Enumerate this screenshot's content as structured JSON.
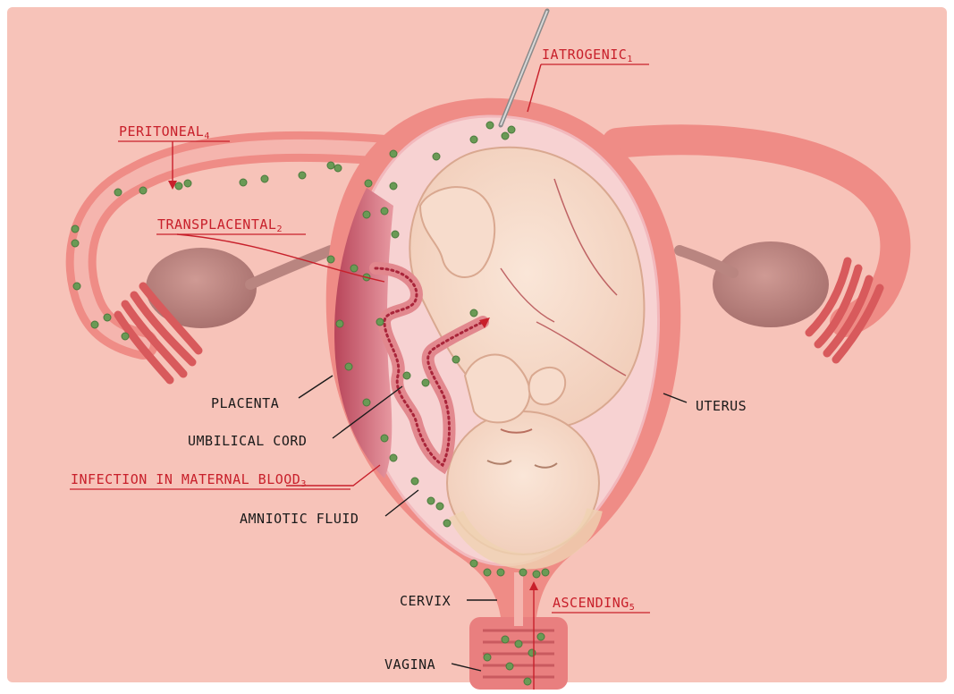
{
  "labels": {
    "iatrogenic": {
      "text": "IATROGENIC",
      "sub": "1"
    },
    "peritoneal": {
      "text": "PERITONEAL",
      "sub": "4"
    },
    "transplacental": {
      "text": "TRANSPLACENTAL",
      "sub": "2"
    },
    "infection": {
      "text": "INFECTION IN MATERNAL BLOOD",
      "sub": "3"
    },
    "ascending": {
      "text": "ASCENDING",
      "sub": "5"
    },
    "placenta": "PLACENTA",
    "umbilical_cord": "UMBILICAL CORD",
    "amniotic_fluid": "AMNIOTIC FLUID",
    "uterus": "UTERUS",
    "cervix": "CERVIX",
    "vagina": "VAGINA"
  },
  "colors": {
    "background": "#f7c3b9",
    "uterus_wall": "#ef8c86",
    "ovary": "#c08a85",
    "fimbriae": "#d85a5c",
    "amniotic": "#f7d2d2",
    "fetus": "#f7dccc",
    "placenta": "#d96a75",
    "bacteria": "#6a9a55",
    "label_red": "#c8202b",
    "label_black": "#1a1a1a"
  }
}
